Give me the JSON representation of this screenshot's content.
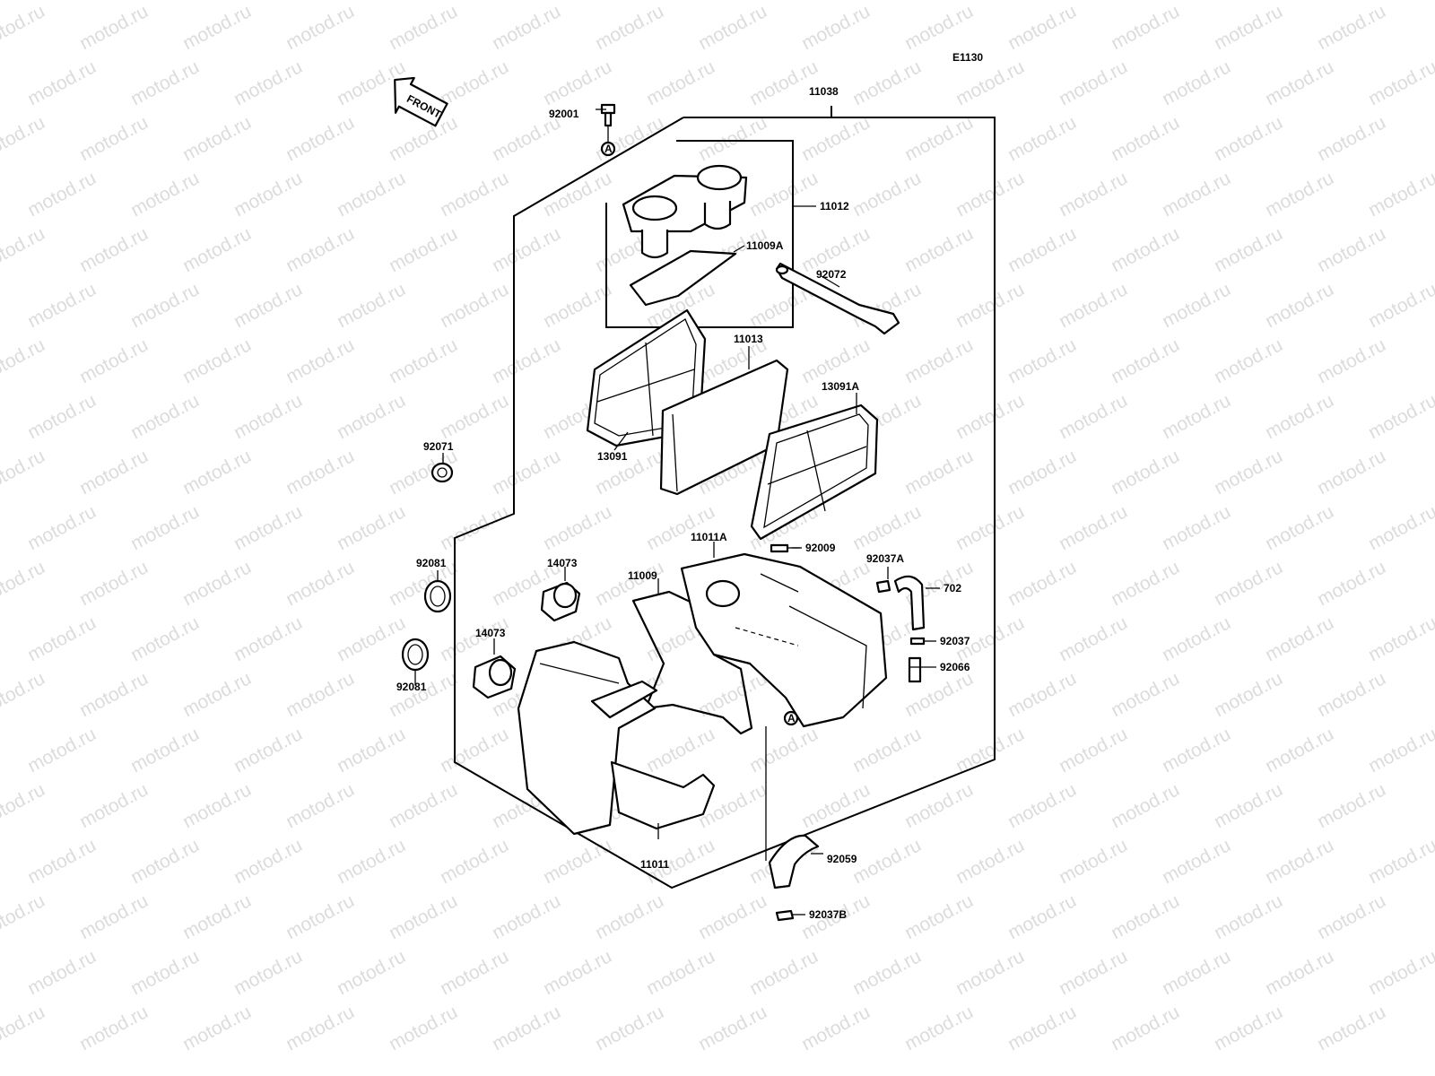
{
  "diagram": {
    "code": "E1130",
    "front_label": "FRONT",
    "ref_mark": "A",
    "watermark": "motod.ru",
    "parts": [
      "11038",
      "92001",
      "11012",
      "11009A",
      "92072",
      "11013",
      "13091A",
      "13091",
      "92071",
      "11011A",
      "92009",
      "92037A",
      "702",
      "11009",
      "14073",
      "14073",
      "92081",
      "92081",
      "92037",
      "92066",
      "11011",
      "92059",
      "92037B"
    ]
  }
}
